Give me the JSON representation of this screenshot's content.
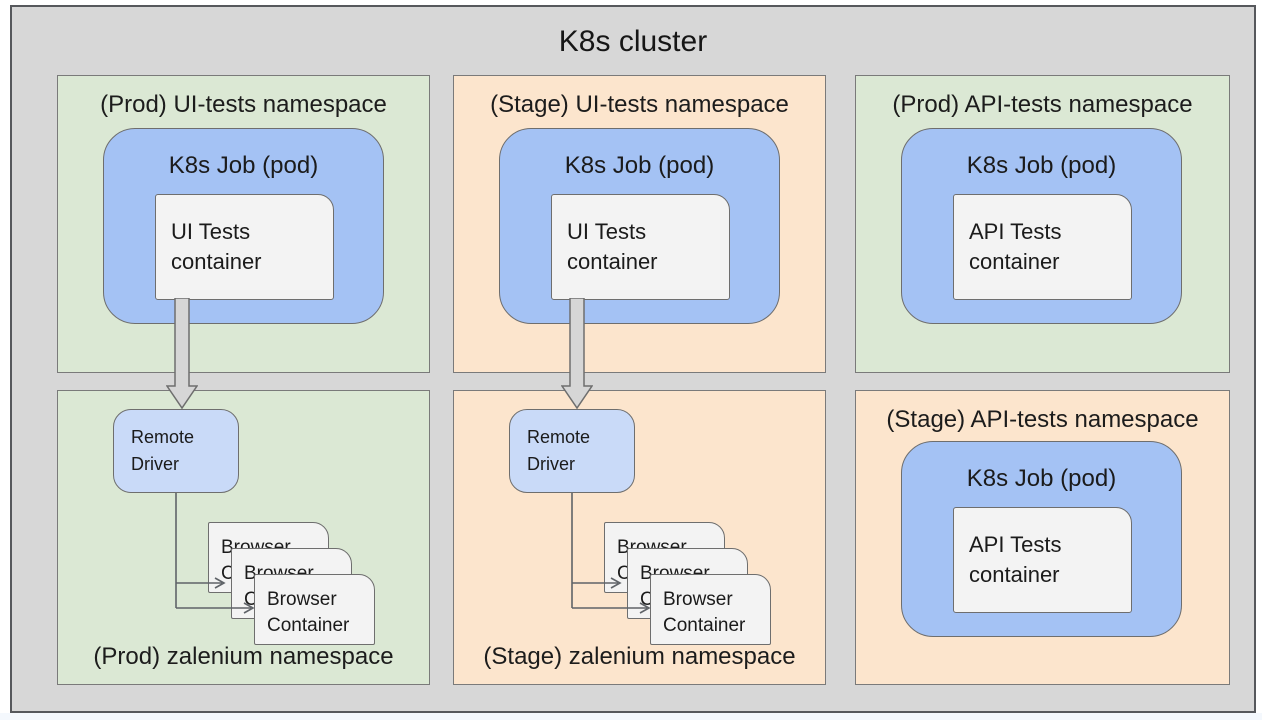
{
  "cluster": {
    "title": "K8s cluster"
  },
  "labels": {
    "k8s_job_pod": "K8s Job (pod)",
    "ui_tests_container": "UI Tests container",
    "api_tests_container": "API Tests container",
    "remote_driver": "Remote Driver",
    "browser_container": "Browser Container"
  },
  "panels": {
    "prod_ui": {
      "title": "(Prod) UI-tests namespace"
    },
    "stage_ui": {
      "title": "(Stage) UI-tests namespace"
    },
    "prod_api": {
      "title": "(Prod) API-tests namespace"
    },
    "prod_zal": {
      "title": "(Prod) zalenium namespace"
    },
    "stage_zal": {
      "title": "(Stage) zalenium namespace"
    },
    "stage_api": {
      "title": "(Stage) API-tests namespace"
    }
  },
  "colors": {
    "prod_namespace_fill": "#dbe8d4",
    "stage_namespace_fill": "#fce5cd",
    "k8s_job_pod_fill": "#a4c2f4",
    "remote_driver_fill": "#c9daf8",
    "container_fill": "#f3f3f3",
    "cluster_background": "#d7d7d7",
    "arrow_fill": "#d6d6d6",
    "border_gray": "#6e6e6e"
  }
}
